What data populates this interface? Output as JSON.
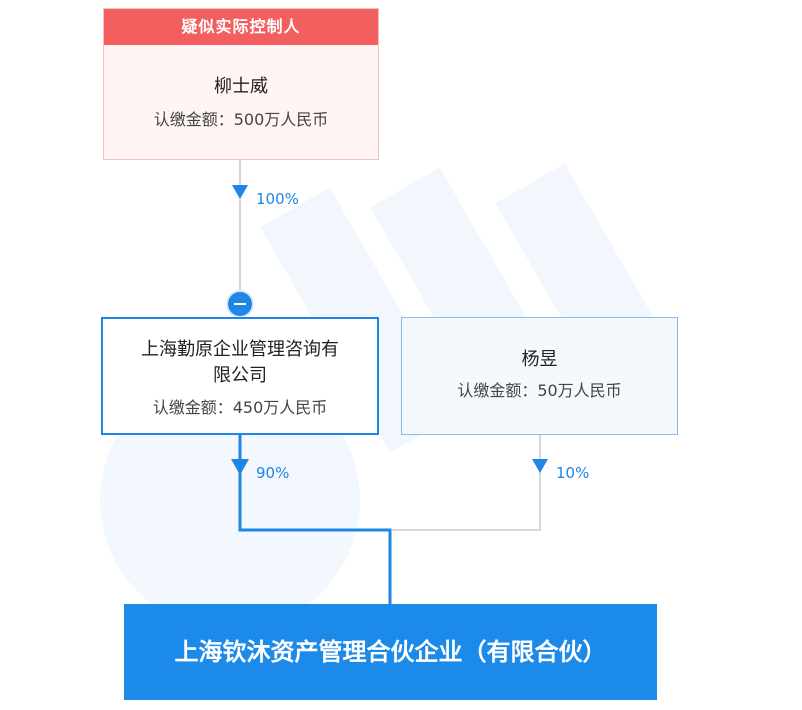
{
  "controller": {
    "tag": "疑似实际控制人",
    "name": "柳士威",
    "investment": "认缴金额：500万人民币"
  },
  "company_a": {
    "name_line1": "上海勤原企业管理咨询有",
    "name_line2": "限公司",
    "investment": "认缴金额：450万人民币"
  },
  "person_b": {
    "name": "杨昱",
    "investment": "认缴金额：50万人民币"
  },
  "target": {
    "name": "上海钦沐资产管理合伙企业（有限合伙）"
  },
  "edges": {
    "controller_to_company_a": "100%",
    "company_a_to_target": "90%",
    "person_b_to_target": "10%"
  },
  "colors": {
    "accent_blue": "#1f86e6",
    "controller_red": "#f35e5e",
    "target_fill": "#1c8ae8"
  },
  "icons": {
    "collapse": "minus-circle-icon",
    "arrow": "arrow-down-icon"
  }
}
